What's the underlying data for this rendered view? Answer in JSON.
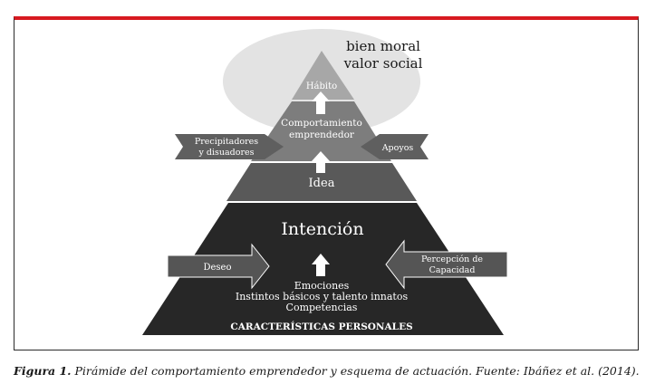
{
  "top_values": {
    "line1": "bien moral",
    "line2": "valor social"
  },
  "levels": {
    "habito": "Hábito",
    "comportamiento_line1": "Comportamiento",
    "comportamiento_line2": "emprendedor",
    "idea": "Idea",
    "intencion": "Intención",
    "base_line1": "Emociones",
    "base_line2": "Instintos básicos y talento innatos",
    "base_line3": "Competencias",
    "base_title": "CARACTERÍSTICAS PERSONALES"
  },
  "side_arrows": {
    "precipitadores_line1": "Precipitadores",
    "precipitadores_line2": "y disuadores",
    "apoyos": "Apoyos",
    "deseo": "Deseo",
    "percepcion_line1": "Percepción de",
    "percepcion_line2": "Capacidad"
  },
  "caption": {
    "label": "Figura 1.",
    "text": " Pirámide del comportamiento emprendedor y esquema de actuación. Fuente: Ibáñez et al. (2014)."
  },
  "colors": {
    "accent_red": "#d71920",
    "ellipse": "#e3e3e3",
    "tier_top": "#a7a7a7",
    "tier_mid": "#7d7d7d",
    "tier_idea": "#595959",
    "tier_base": "#272727",
    "side_arrow": "#5f5f5f"
  }
}
